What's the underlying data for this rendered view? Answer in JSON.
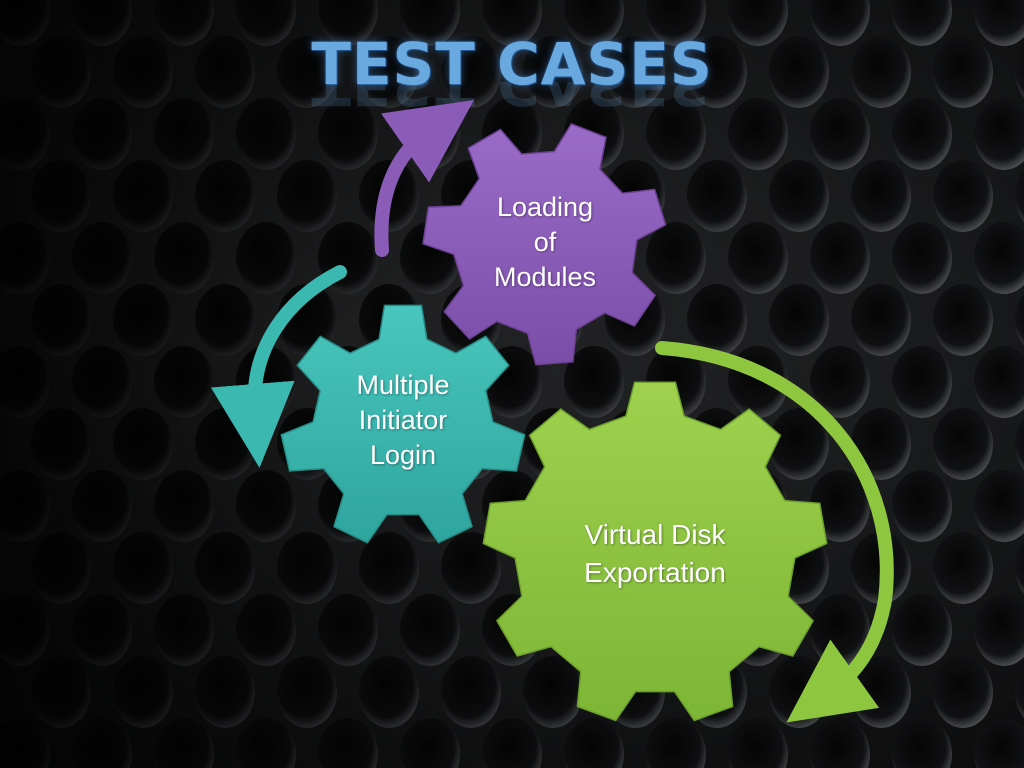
{
  "slide": {
    "title": "TEST CASES"
  },
  "gears": [
    {
      "id": "loading-modules",
      "lines": [
        "Loading",
        "of",
        "Modules"
      ],
      "color": "#8a5cb8"
    },
    {
      "id": "multiple-initiator-login",
      "lines": [
        "Multiple",
        "Initiator",
        "Login"
      ],
      "color": "#3bb8b0"
    },
    {
      "id": "virtual-disk-exportation",
      "lines": [
        "Virtual Disk",
        "Exportation"
      ],
      "color": "#8ec63f"
    }
  ],
  "colors": {
    "title": "#6aa8e0",
    "arrow_purple": "#8a5cb8",
    "arrow_teal": "#3bb8b0",
    "arrow_green": "#8ec63f"
  }
}
